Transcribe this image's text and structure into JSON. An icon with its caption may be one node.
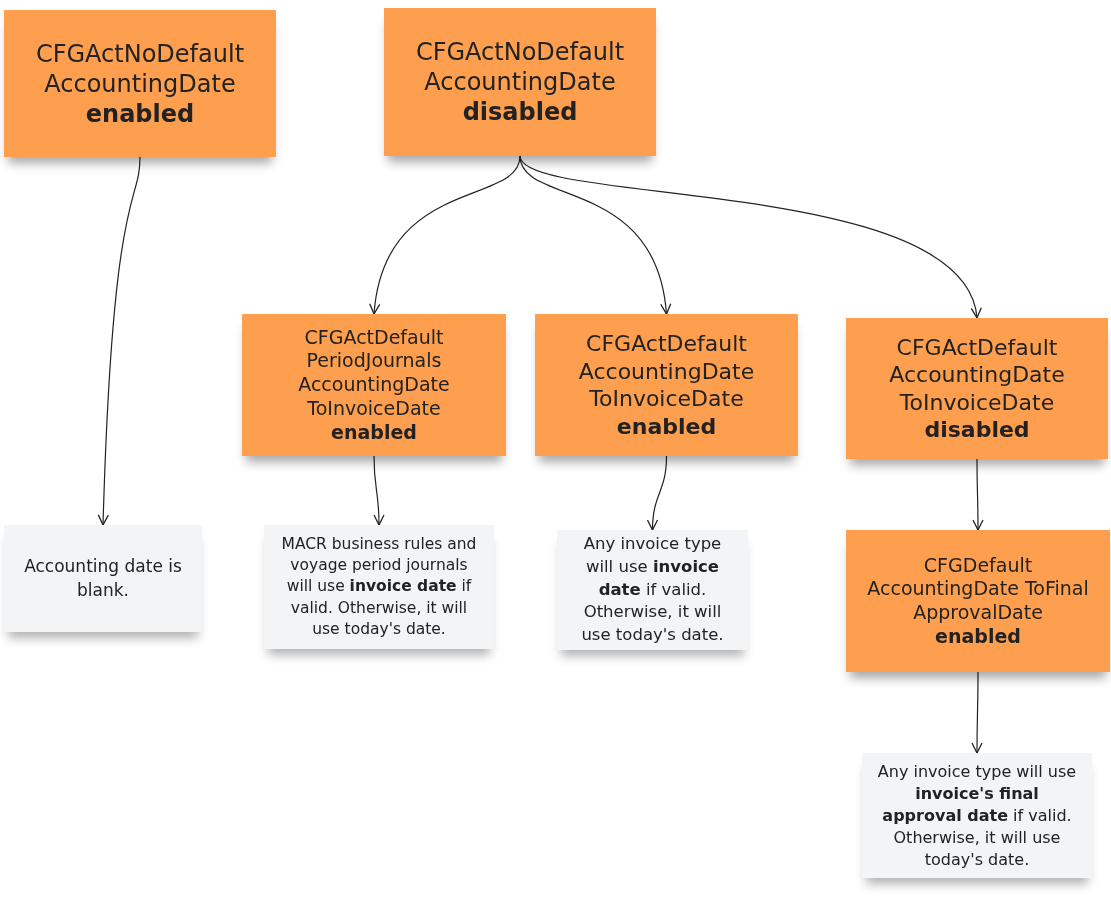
{
  "diagram": {
    "nodes": [
      {
        "text": [
          "CFGActNoDefault AccountingDate",
          "enabled"
        ]
      },
      {
        "text": [
          "CFGActNoDefault AccountingDate",
          "disabled"
        ]
      },
      {
        "text": [
          "CFGActDefault PeriodJournals AccountingDate ToInvoiceDate",
          "enabled"
        ]
      },
      {
        "text": [
          "CFGActDefault AccountingDate ToInvoiceDate",
          "enabled"
        ]
      },
      {
        "text": [
          "CFGActDefault AccountingDate ToInvoiceDate",
          "disabled"
        ]
      },
      {
        "text": [
          "Accounting date is blank."
        ]
      },
      {
        "text": [
          "MACR business rules and voyage period journals will use **invoice date** if valid. Otherwise, it will use today's date."
        ]
      },
      {
        "text": [
          "Any invoice type will use **invoice date** if valid. Otherwise, it will use today's date."
        ]
      },
      {
        "text": [
          "CFGDefault AccountingDate ToFinal ApprovalDate",
          "enabled"
        ]
      },
      {
        "text": [
          "Any invoice type will use **invoice's final approval date** if valid. Otherwise, it will use today's date."
        ]
      }
    ],
    "edges": [
      {
        "from": 0,
        "to": 5,
        "arrow": "to"
      },
      {
        "from": 1,
        "to": 2,
        "arrow": "to"
      },
      {
        "from": 1,
        "to": 3,
        "arrow": "to"
      },
      {
        "from": 1,
        "to": 4,
        "arrow": "to"
      },
      {
        "from": 2,
        "to": 6,
        "arrow": "to"
      },
      {
        "from": 3,
        "to": 7,
        "arrow": "to"
      },
      {
        "from": 4,
        "to": 8,
        "arrow": "to"
      },
      {
        "from": 8,
        "to": 9,
        "arrow": "to"
      }
    ]
  }
}
